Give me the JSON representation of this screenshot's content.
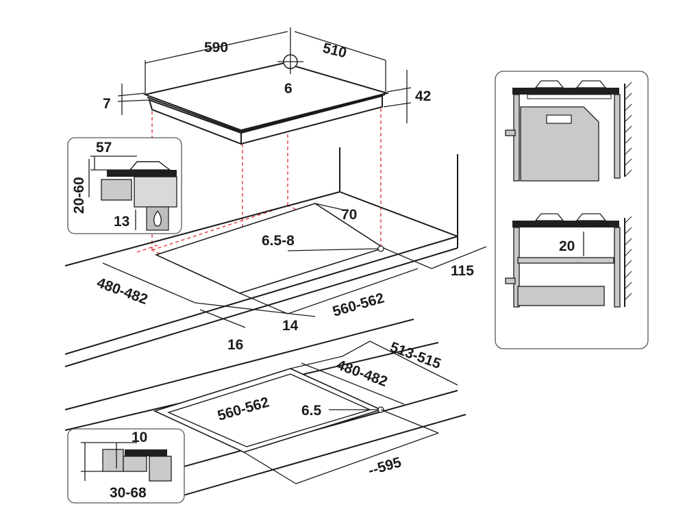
{
  "dimensions": {
    "hob_width": "590",
    "hob_depth": "510",
    "gas_inlet": "6",
    "glass_thickness": "7",
    "hob_height": "42",
    "detail_top": "57",
    "detail_height": "20-60",
    "detail_bottom": "13",
    "cutout_offset": "70",
    "fixing_range": "6.5-8",
    "side_clearance": "115",
    "cutout_depth_top": "480-482",
    "cutout_width_top": "560-562",
    "front_offset": "14",
    "front_edge": "16",
    "flush_depth_outer": "513-515",
    "flush_depth_inner": "480-482",
    "flush_width_inner": "560-562",
    "flush_fixing": "6.5",
    "flush_width_outer": "--595",
    "flush_detail_step": "10",
    "flush_detail_thickness": "30-68",
    "shelf_gap": "20"
  },
  "colors": {
    "line": "#1a1a1a",
    "guide": "#e0383e",
    "panel_fill": "#c9c9c9"
  },
  "icons": [
    "gas-flame-icon",
    "gas-connection-icon"
  ]
}
